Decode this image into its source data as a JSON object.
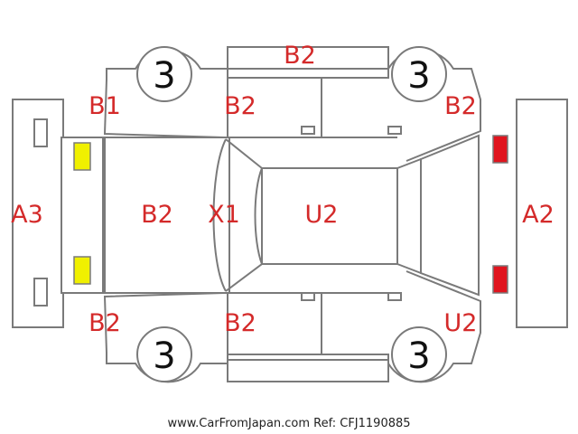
{
  "colors": {
    "outline": "#7a7a7a",
    "code_text": "#d42a2a",
    "front_lights": "#f0f000",
    "rear_lights": "#e0141e"
  },
  "tyres": {
    "front_left": "3",
    "rear_left": "3",
    "front_right": "3",
    "rear_right": "3"
  },
  "codes": {
    "roof_top": "B2",
    "front_left_fender": "B1",
    "front_left_door": "B2",
    "rear_left_quarter": "B2",
    "front_bumper": "A3",
    "hood": "B2",
    "windshield": "X1",
    "roof": "U2",
    "rear_bumper": "A2",
    "front_right_fender": "B2",
    "front_right_door": "B2",
    "rear_right_quarter": "U2"
  },
  "footer": "www.CarFromJapan.com Ref: CFJ1190885"
}
